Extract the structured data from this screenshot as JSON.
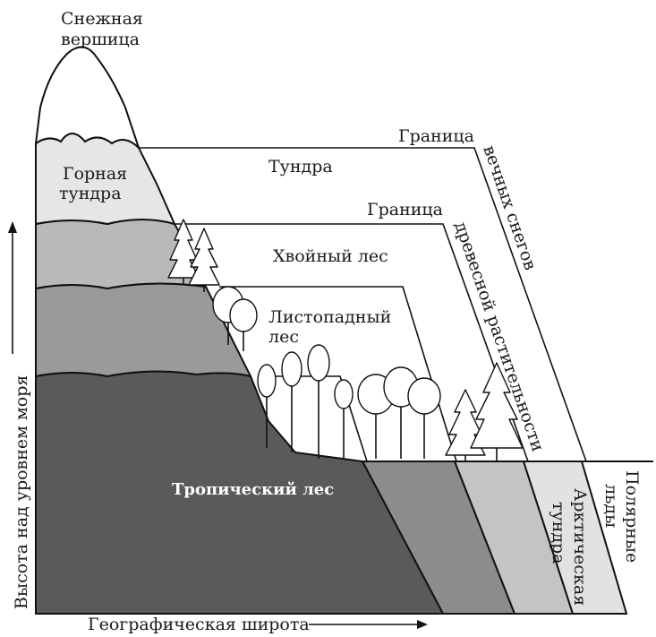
{
  "colors": {
    "snow": "#ffffff",
    "mountain_tundra": "#e6e6e6",
    "conifer_zone": "#b9b9b9",
    "deciduous_zone": "#9a9a9a",
    "tropical": "#5a5a5a",
    "strip_1": "#8c8c8c",
    "strip_2": "#c4c4c4",
    "strip_3": "#e2e2e2",
    "outline": "#111111"
  },
  "labels": {
    "snow_peak_line1": "Снежная",
    "snow_peak_line2": "вершица",
    "mountain_tundra_line1": "Горная",
    "mountain_tundra_line2": "тундра",
    "tundra": "Тундра",
    "snow_boundary_1": "Граница",
    "snow_boundary_2": "вечных снегов",
    "tree_boundary_1": "Граница",
    "tree_boundary_2": "древесной растительности",
    "conifer_forest": "Хвойный лес",
    "deciduous_line1": "Листопадный",
    "deciduous_line2": "лес",
    "tropical_forest": "Тропический лес",
    "arctic_tundra_line1": "Арктическая",
    "arctic_tundra_line2": "тундра",
    "polar_ice_line1": "Полярные",
    "polar_ice_line2": "льды",
    "y_axis": "Высота над уровнем моря",
    "x_axis": "Географическая широта"
  },
  "icons": [
    "conifer-tree-icon",
    "deciduous-tree-icon",
    "axis-arrow-icon"
  ]
}
